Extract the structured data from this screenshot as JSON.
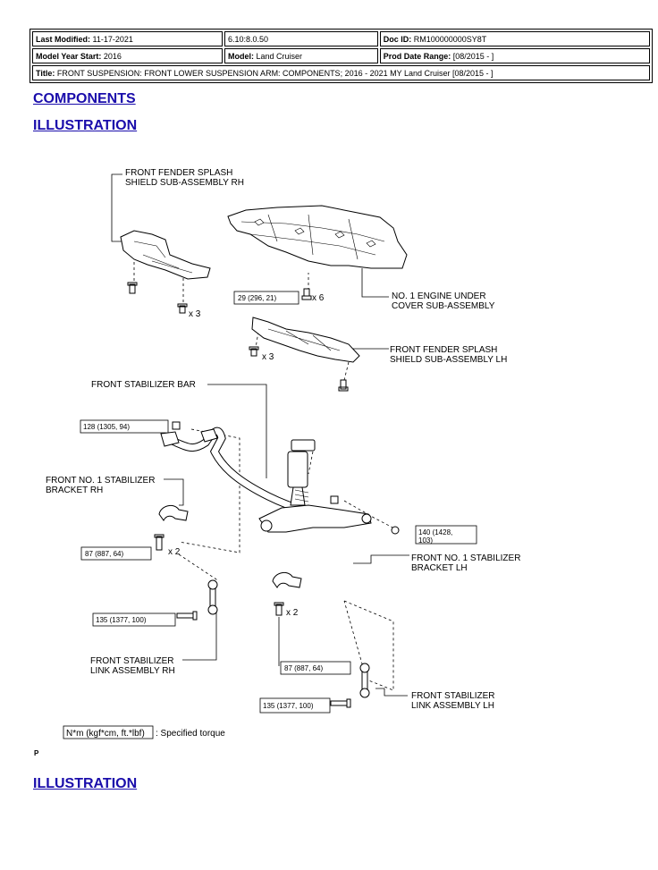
{
  "header": {
    "last_modified_label": "Last Modified:",
    "last_modified": "11-17-2021",
    "version": "6.10:8.0.50",
    "doc_id_label": "Doc ID:",
    "doc_id": "RM100000000SY8T",
    "model_year_label": "Model Year Start:",
    "model_year": "2016",
    "model_label": "Model:",
    "model": "Land Cruiser",
    "prod_date_label": "Prod Date Range:",
    "prod_date": "[08/2015 -          ]",
    "title_label": "Title:",
    "title": "FRONT SUSPENSION: FRONT LOWER SUSPENSION ARM: COMPONENTS; 2016 - 2021 MY Land Cruiser [08/2015 -          ]"
  },
  "links": {
    "components": "COMPONENTS",
    "illustration1": "ILLUSTRATION",
    "illustration2": "ILLUSTRATION"
  },
  "diagram": {
    "splash_rh_1": "FRONT FENDER SPLASH",
    "splash_rh_2": "SHIELD SUB-ASSEMBLY RH",
    "engine_cover_1": "NO. 1 ENGINE UNDER",
    "engine_cover_2": "COVER SUB-ASSEMBLY",
    "splash_lh_1": "FRONT FENDER SPLASH",
    "splash_lh_2": "SHIELD SUB-ASSEMBLY LH",
    "stab_bar": "FRONT STABILIZER BAR",
    "bracket_rh_1": "FRONT NO. 1 STABILIZER",
    "bracket_rh_2": "BRACKET RH",
    "bracket_lh_1": "FRONT NO. 1 STABILIZER",
    "bracket_lh_2": "BRACKET LH",
    "link_rh_1": "FRONT STABILIZER",
    "link_rh_2": "LINK ASSEMBLY RH",
    "link_lh_1": "FRONT STABILIZER",
    "link_lh_2": "LINK ASSEMBLY LH",
    "torque_29": "29 (296, 21)",
    "torque_128": "128 (1305, 94)",
    "torque_87a": "87 (887, 64)",
    "torque_135a": "135 (1377, 100)",
    "torque_140a": "140 (1428,",
    "torque_140b": "103)",
    "torque_87b": "87 (887, 64)",
    "torque_135b": "135 (1377, 100)",
    "qty_x3a": "x 3",
    "qty_x6": "x 6",
    "qty_x3b": "x 3",
    "qty_x2a": "x 2",
    "qty_x2b": "x 2",
    "legend_box": "N*m (kgf*cm, ft.*lbf)",
    "legend_text": ": Specified torque"
  },
  "page_mark": "P"
}
